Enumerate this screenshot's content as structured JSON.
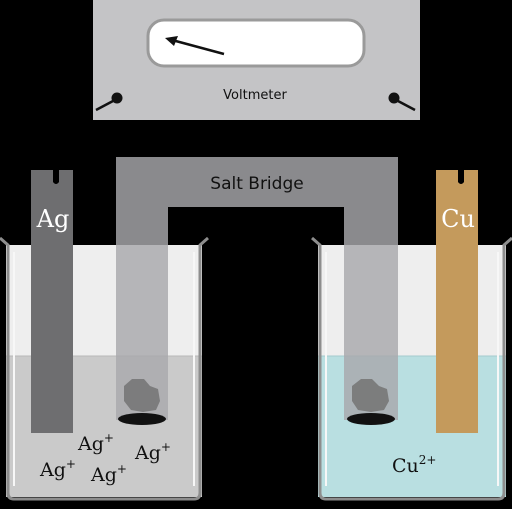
{
  "voltmeter": {
    "label": "Voltmeter"
  },
  "salt_bridge": {
    "label": "Salt Bridge"
  },
  "left_cell": {
    "electrode_label": "Ag",
    "ions": [
      {
        "base": "Ag",
        "charge": "+"
      },
      {
        "base": "Ag",
        "charge": "+"
      },
      {
        "base": "Ag",
        "charge": "+"
      },
      {
        "base": "Ag",
        "charge": "+"
      }
    ]
  },
  "right_cell": {
    "electrode_label": "Cu",
    "ion": {
      "base": "Cu",
      "charge": "2+"
    }
  },
  "colors": {
    "background": "#000000",
    "voltmeter_body": "#c4c4c6",
    "salt_bridge": "#a8a8ac",
    "silver_electrode": "#6e6e70",
    "copper_electrode": "#c49a5c",
    "left_solution": "#cacaca",
    "right_solution": "#b9dfe1",
    "beaker_glass": "#eeeeee"
  }
}
